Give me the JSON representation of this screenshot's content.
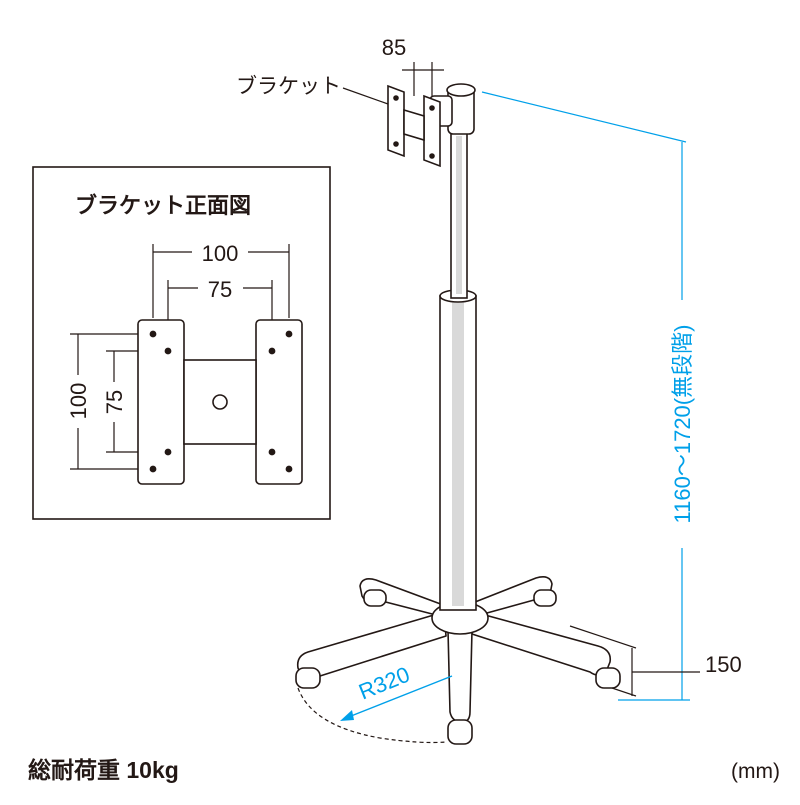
{
  "labels": {
    "bracket_callout": "ブラケット",
    "bracket_front_view_title": "ブラケット正面図",
    "dim_bracket_top": "85",
    "dim_front_100_h": "100",
    "dim_front_75_h": "75",
    "dim_front_100_v": "100",
    "dim_front_75_v": "75",
    "dim_height": "1160～1720(無段階)",
    "dim_base_height": "150",
    "dim_radius": "R320",
    "load_capacity": "総耐荷重 10kg",
    "unit": "(mm)"
  },
  "colors": {
    "line": "#231815",
    "dimension_accent": "#00a0e9",
    "metal_fill": "#ffffff",
    "pole_shade": "#d9d9d9"
  }
}
